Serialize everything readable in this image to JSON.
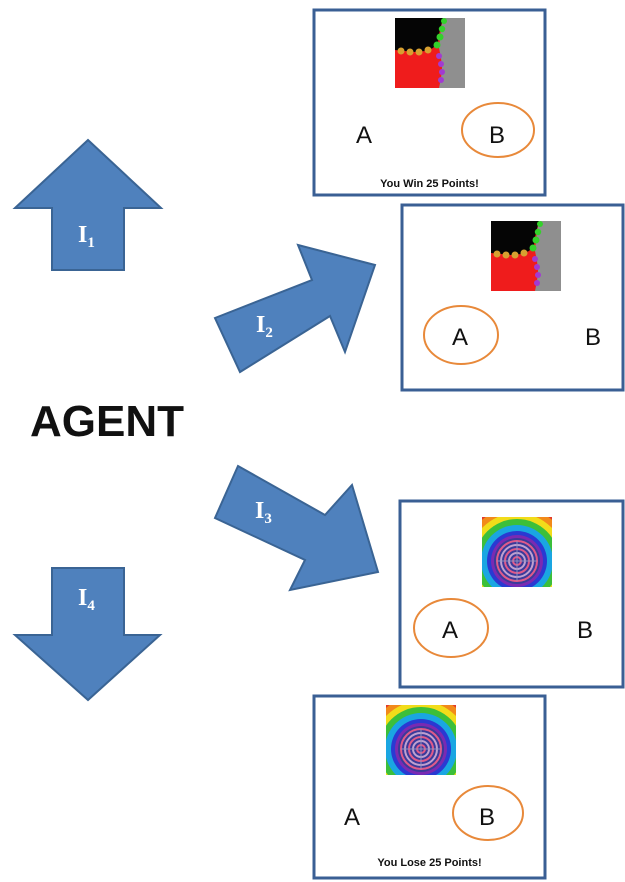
{
  "agent": {
    "label": "AGENT"
  },
  "arrows": [
    {
      "id": "I1",
      "main": "I",
      "sub": "1",
      "direction": "up"
    },
    {
      "id": "I2",
      "main": "I",
      "sub": "2",
      "direction": "up-right"
    },
    {
      "id": "I3",
      "main": "I",
      "sub": "3",
      "direction": "down-right"
    },
    {
      "id": "I4",
      "main": "I",
      "sub": "4",
      "direction": "down"
    }
  ],
  "panels": [
    {
      "stimulus": "fractal-pattern",
      "choice_a": "A",
      "choice_b": "B",
      "selected": "B",
      "feedback": "You Win 25 Points!"
    },
    {
      "stimulus": "fractal-pattern",
      "choice_a": "A",
      "choice_b": "B",
      "selected": "A",
      "feedback": ""
    },
    {
      "stimulus": "rainbow-rings",
      "choice_a": "A",
      "choice_b": "B",
      "selected": "A",
      "feedback": ""
    },
    {
      "stimulus": "rainbow-rings",
      "choice_a": "A",
      "choice_b": "B",
      "selected": "B",
      "feedback": "You Lose 25 Points!"
    }
  ],
  "colors": {
    "arrow_fill": "#4f81bd",
    "arrow_stroke": "#3a6494",
    "panel_border": "#3a5f94",
    "selection_circle": "#e8893a"
  }
}
